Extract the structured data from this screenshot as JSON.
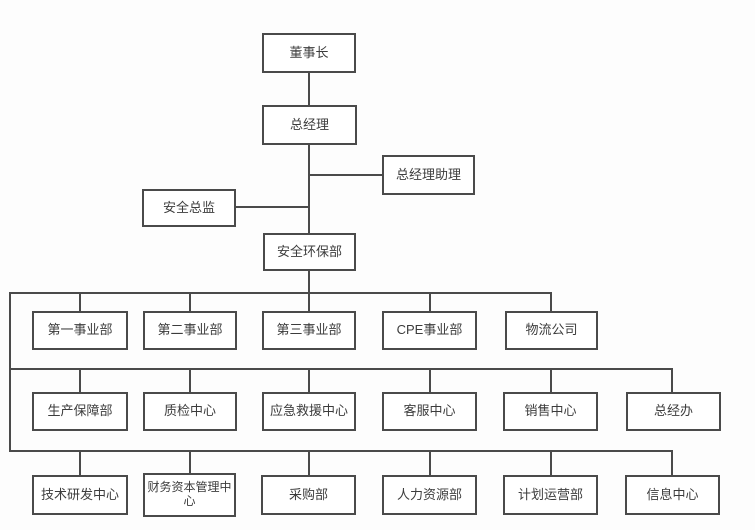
{
  "org_chart": {
    "type": "org-chart",
    "style": {
      "line_color": "#4a4a4a",
      "box_bg": "#ffffff",
      "canvas_bg": "#fdfdfd",
      "text_color": "#3c3c3c"
    },
    "top_chain": {
      "chairman": "董事长",
      "general_manager": "总经理",
      "gm_assistant": "总经理助理",
      "safety_director": "安全总监",
      "safety_env_dept": "安全环保部"
    },
    "row1": [
      "第一事业部",
      "第二事业部",
      "第三事业部",
      "CPE事业部",
      "物流公司"
    ],
    "row2": [
      "生产保障部",
      "质检中心",
      "应急救援中心",
      "客服中心",
      "销售中心",
      "总经办"
    ],
    "row3": [
      "技术研发中心",
      "财务资本管理中心",
      "采购部",
      "人力资源部",
      "计划运营部",
      "信息中心"
    ],
    "edges": [
      {
        "from": "董事长",
        "to": "总经理"
      },
      {
        "from": "总经理",
        "to": "总经理助理"
      },
      {
        "from": "总经理",
        "to": "安全总监"
      },
      {
        "from": "总经理",
        "to": "安全环保部"
      },
      {
        "from": "安全环保部",
        "to": "第一事业部"
      },
      {
        "from": "安全环保部",
        "to": "第二事业部"
      },
      {
        "from": "安全环保部",
        "to": "第三事业部"
      },
      {
        "from": "安全环保部",
        "to": "CPE事业部"
      },
      {
        "from": "安全环保部",
        "to": "物流公司"
      },
      {
        "from": "安全环保部",
        "to": "生产保障部"
      },
      {
        "from": "安全环保部",
        "to": "质检中心"
      },
      {
        "from": "安全环保部",
        "to": "应急救援中心"
      },
      {
        "from": "安全环保部",
        "to": "客服中心"
      },
      {
        "from": "安全环保部",
        "to": "销售中心"
      },
      {
        "from": "安全环保部",
        "to": "总经办"
      },
      {
        "from": "安全环保部",
        "to": "技术研发中心"
      },
      {
        "from": "安全环保部",
        "to": "财务资本管理中心"
      },
      {
        "from": "安全环保部",
        "to": "采购部"
      },
      {
        "from": "安全环保部",
        "to": "人力资源部"
      },
      {
        "from": "安全环保部",
        "to": "计划运营部"
      },
      {
        "from": "安全环保部",
        "to": "信息中心"
      }
    ]
  }
}
